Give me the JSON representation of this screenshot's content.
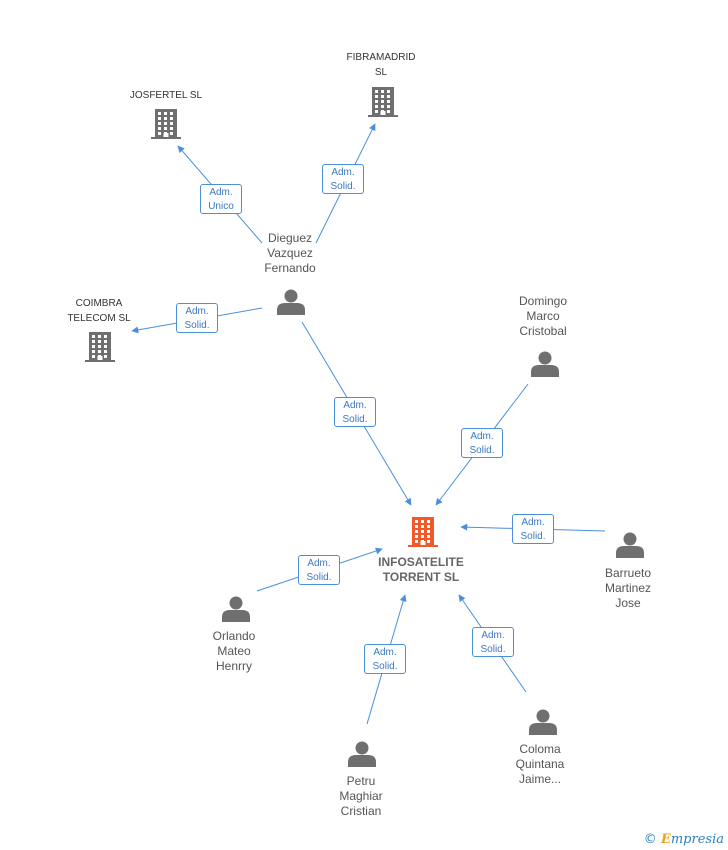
{
  "nodes": {
    "josfertel": {
      "lines": [
        "JOSFERTEL SL"
      ],
      "kind": "company"
    },
    "fibramadrid": {
      "lines": [
        "FIBRAMADRID",
        "SL"
      ],
      "kind": "company"
    },
    "coimbra": {
      "lines": [
        "COIMBRA",
        "TELECOM SL"
      ],
      "kind": "company"
    },
    "dieguez": {
      "lines": [
        "Dieguez",
        "Vazquez",
        "Fernando"
      ],
      "kind": "person"
    },
    "domingo": {
      "lines": [
        "Domingo",
        "Marco",
        "Cristobal"
      ],
      "kind": "person"
    },
    "infosatelite": {
      "lines": [
        "INFOSATELITE",
        "TORRENT SL"
      ],
      "kind": "main"
    },
    "barrueto": {
      "lines": [
        "Barrueto",
        "Martinez",
        "Jose"
      ],
      "kind": "person"
    },
    "orlando": {
      "lines": [
        "Orlando",
        "Mateo",
        "Henrry"
      ],
      "kind": "person"
    },
    "petru": {
      "lines": [
        "Petru",
        "Maghiar",
        "Cristian"
      ],
      "kind": "person"
    },
    "coloma": {
      "lines": [
        "Coloma",
        "Quintana",
        "Jaime..."
      ],
      "kind": "person"
    }
  },
  "edges": [
    {
      "from": "dieguez",
      "to": "josfertel",
      "role": [
        "Adm.",
        "Unico"
      ]
    },
    {
      "from": "dieguez",
      "to": "fibramadrid",
      "role": [
        "Adm.",
        "Solid."
      ]
    },
    {
      "from": "dieguez",
      "to": "coimbra",
      "role": [
        "Adm.",
        "Solid."
      ]
    },
    {
      "from": "dieguez",
      "to": "infosatelite",
      "role": [
        "Adm.",
        "Solid."
      ]
    },
    {
      "from": "domingo",
      "to": "infosatelite",
      "role": [
        "Adm.",
        "Solid."
      ]
    },
    {
      "from": "barrueto",
      "to": "infosatelite",
      "role": [
        "Adm.",
        "Solid."
      ]
    },
    {
      "from": "orlando",
      "to": "infosatelite",
      "role": [
        "Adm.",
        "Solid."
      ]
    },
    {
      "from": "petru",
      "to": "infosatelite",
      "role": [
        "Adm.",
        "Solid."
      ]
    },
    {
      "from": "coloma",
      "to": "infosatelite",
      "role": [
        "Adm.",
        "Solid."
      ]
    }
  ],
  "colors": {
    "edge": "#4a90d9",
    "icon": "#6f6f6f",
    "main_icon": "#f05a28"
  },
  "footer": {
    "copyright": "©",
    "brand_initial": "E",
    "brand_rest": "mpresia"
  }
}
